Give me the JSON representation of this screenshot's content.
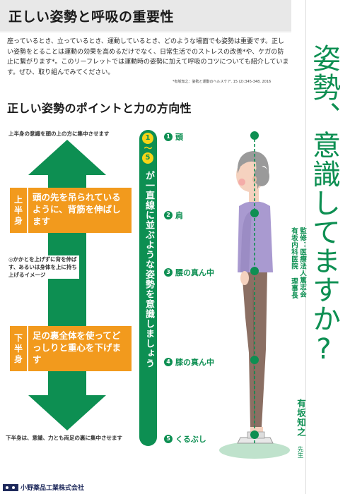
{
  "header": {
    "title": "正しい姿勢と呼吸の重要性"
  },
  "intro": {
    "text": "座っているとき、立っているとき、運動しているとき、どのような場面でも姿勢は重要です。正しい姿勢をとることは運動の効果を高めるだけでなく、日常生活でのストレスの改善*や、ケガの防止に繋がります*。このリーフレットでは運動時の姿勢に加えて呼吸のコツについても紹介しています。ぜひ、取り組んでみてください。",
    "citation": "*有坂知之：姿勢と運動のヘルスケア. 15 (2):345-348, 2016"
  },
  "section": {
    "title": "正しい姿勢のポイントと力の方向性"
  },
  "diagram": {
    "top_caption": "上半身の意識を頭の上の方に集中させます",
    "bottom_caption": "下半身は、意識、力とも両足の裏に集中させます",
    "upper_box": {
      "tag_chars": [
        "上",
        "半",
        "身"
      ],
      "text": "頭の先を吊られているように、背筋を伸ばします"
    },
    "lower_box": {
      "tag_chars": [
        "下",
        "半",
        "身"
      ],
      "text": "足の裏全体を使ってどっしりと重心を下げます"
    },
    "note": "◎かかとを上げずに背を伸ばす、あるいは身体を上に持ち上げるイメージ",
    "vertical_badge_start": "1",
    "vertical_badge_tilde": "〜",
    "vertical_badge_end": "5",
    "vertical_text": "が一直線に並ぶような姿勢を意識しましょう"
  },
  "points": [
    {
      "num": "1",
      "label": "頭"
    },
    {
      "num": "2",
      "label": "肩"
    },
    {
      "num": "3",
      "label": "腰の真ん中"
    },
    {
      "num": "4",
      "label": "膝の真ん中"
    },
    {
      "num": "5",
      "label": "くるぶし"
    }
  ],
  "side_title": "姿勢、意識してますか?",
  "supervisor": {
    "line1": "監修：医療法人篤志会",
    "line2": "有坂内科医院 理事長",
    "name": "有坂知之",
    "suffix": "先生"
  },
  "footer": {
    "company": "小野薬品工業株式会社"
  },
  "colors": {
    "green": "#0d8f52",
    "orange": "#f29a1d",
    "yellow": "#f7d417",
    "purple": "#a99ad0",
    "pants": "#8b6f63"
  }
}
